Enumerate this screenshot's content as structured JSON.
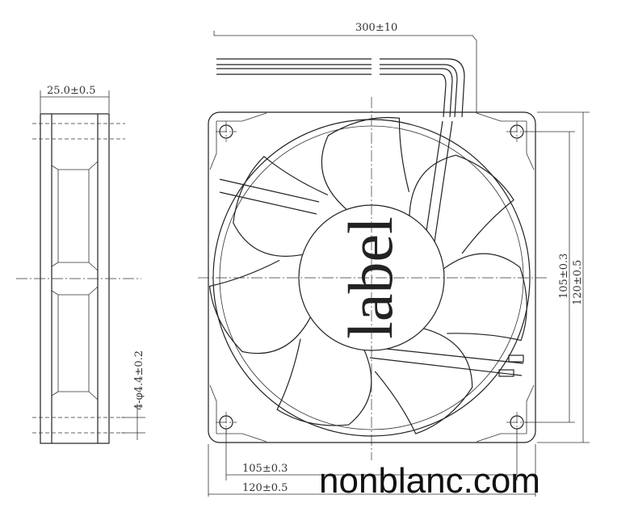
{
  "drawing": {
    "wire_length": "300±10",
    "thickness": "25.0±0.5",
    "hole_spec": "4-φ4.4±0.2",
    "hole_spacing_vertical": "105±0.3",
    "frame_height": "120±0.5",
    "hole_spacing_horizontal": "105±0.3",
    "frame_width": "120±0.5",
    "hub_label": "label"
  },
  "watermark": "nonblanc.com"
}
